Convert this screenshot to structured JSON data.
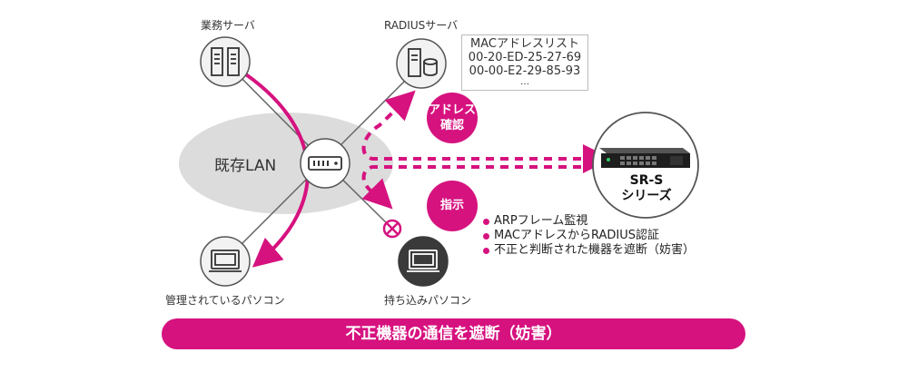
{
  "nodes": {
    "business_server": "業務サーバ",
    "radius_server": "RADIUSサーバ",
    "existing_lan": "既存LAN",
    "managed_pc": "管理されているパソコン",
    "brought_in_pc": "持ち込みパソコン",
    "sr_series_line1": "SR-S",
    "sr_series_line2": "シリーズ"
  },
  "mac_list": {
    "title": "MACアドレスリスト",
    "entries": [
      "00-20-ED-25-27-69",
      "00-00-E2-29-85-93",
      "…"
    ]
  },
  "bubbles": {
    "address_check_line1": "アドレス",
    "address_check_line2": "確認",
    "instruction": "指示"
  },
  "functions": [
    "ARPフレーム監視",
    "MACアドレスからRADIUS認証",
    "不正と判断された機器を遮断（妨害）"
  ],
  "banner": "不正機器の通信を遮断（妨害）",
  "colors": {
    "accent": "#d6127f",
    "lan_ellipse": "#dcdcdc",
    "line": "#666666",
    "node_fill": "#f2f2f2",
    "dark_node": "#3a3a3a"
  }
}
